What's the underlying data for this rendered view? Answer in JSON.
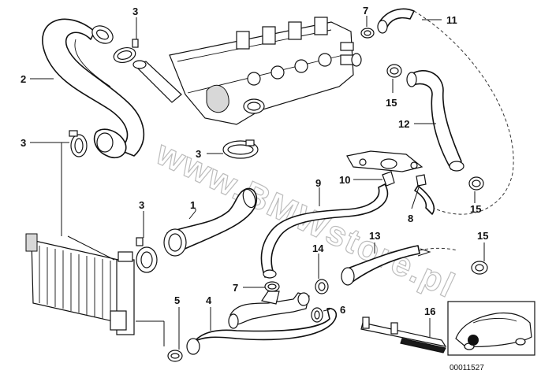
{
  "diagram": {
    "callouts": [
      {
        "id": "c1",
        "label": "1"
      },
      {
        "id": "c2",
        "label": "2"
      },
      {
        "id": "c3a",
        "label": "3"
      },
      {
        "id": "c3b",
        "label": "3"
      },
      {
        "id": "c3c",
        "label": "3"
      },
      {
        "id": "c3d",
        "label": "3"
      },
      {
        "id": "c4",
        "label": "4"
      },
      {
        "id": "c5",
        "label": "5"
      },
      {
        "id": "c6",
        "label": "6"
      },
      {
        "id": "c7a",
        "label": "7"
      },
      {
        "id": "c7b",
        "label": "7"
      },
      {
        "id": "c8",
        "label": "8"
      },
      {
        "id": "c9",
        "label": "9"
      },
      {
        "id": "c10",
        "label": "10"
      },
      {
        "id": "c11",
        "label": "11"
      },
      {
        "id": "c12",
        "label": "12"
      },
      {
        "id": "c13",
        "label": "13"
      },
      {
        "id": "c14",
        "label": "14"
      },
      {
        "id": "c15a",
        "label": "15"
      },
      {
        "id": "c15b",
        "label": "15"
      },
      {
        "id": "c15c",
        "label": "15"
      },
      {
        "id": "c16",
        "label": "16"
      }
    ],
    "watermark": "www.BMWstore.pl",
    "reference_number": "00011527"
  }
}
